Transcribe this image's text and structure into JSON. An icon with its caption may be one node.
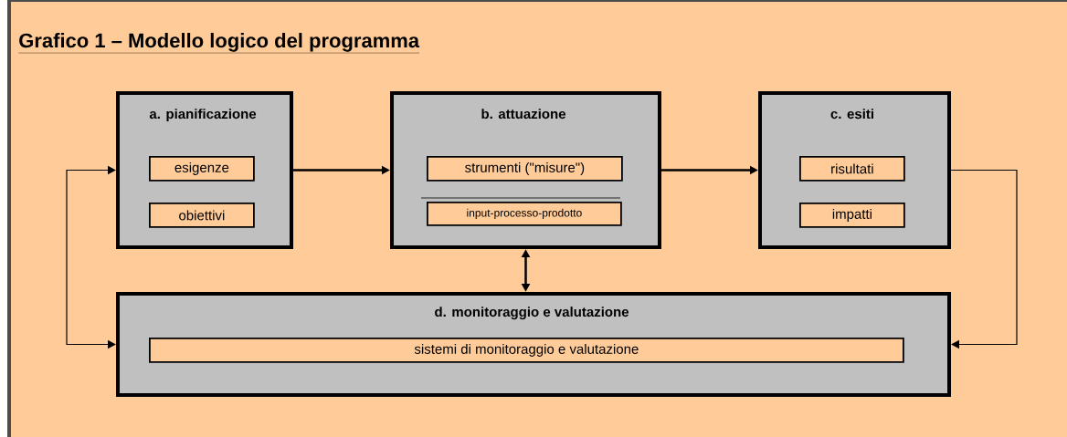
{
  "diagram": {
    "title": "Grafico 1 – Modello logico del programma",
    "nodes": [
      {
        "text": [
          "a. pianificazione"
        ]
      },
      {
        "text": [
          "esigenze"
        ],
        "in": 0
      },
      {
        "text": [
          "obiettivi"
        ],
        "in": 0
      },
      {
        "text": [
          "b. attuazione"
        ]
      },
      {
        "text": [
          "strumenti (\"misure\")"
        ],
        "in": 3
      },
      {
        "text": [
          "input-processo-prodotto"
        ],
        "in": 3
      },
      {
        "text": [
          "c. esiti"
        ]
      },
      {
        "text": [
          "risultati"
        ],
        "in": 6
      },
      {
        "text": [
          "impatti"
        ],
        "in": 6
      },
      {
        "text": [
          "d. monitoraggio e valutazione"
        ]
      },
      {
        "text": [
          "sistemi di monitoraggio e valutazione"
        ],
        "in": 9
      }
    ],
    "edges": [
      {
        "from": 0,
        "to": 3,
        "arrow": "to"
      },
      {
        "from": 3,
        "to": 6,
        "arrow": "to"
      },
      {
        "from": 3,
        "to": 9,
        "arrow": "both"
      },
      {
        "from": 6,
        "to": 9,
        "arrow": "to"
      },
      {
        "from": 0,
        "to": 9,
        "arrow": "both"
      }
    ]
  }
}
